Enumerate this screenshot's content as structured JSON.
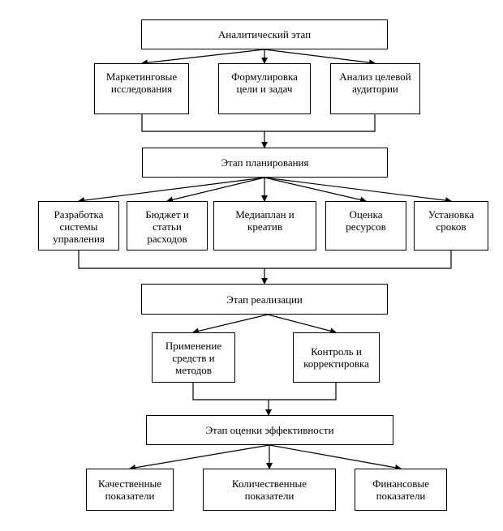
{
  "diagram": {
    "stages": {
      "analytic": "Аналитический этап",
      "planning": "Этап планирования",
      "realization": "Этап реализации",
      "evaluation": "Этап оценки эффективности"
    },
    "analytic_items": {
      "marketing": "Маркетинговые\nисследования",
      "goals": "Формулировка\nцели и задач",
      "audience": "Анализ целевой\nаудитории"
    },
    "planning_items": {
      "system": "Разработка\nсистемы\nуправления",
      "budget": "Бюджет и\nстатьи\nрасходов",
      "mediaplan": "Медиаплан и\nкреатив",
      "resources": "Оценка\nресурсов",
      "deadlines": "Установка\nсроков"
    },
    "realization_items": {
      "methods": "Применение\nсредств и\nметодов",
      "control": "Контроль и\nкорректировка"
    },
    "evaluation_items": {
      "quality": "Качественные\nпоказатели",
      "quantity": "Количественные\nпоказатели",
      "finance": "Финансовые\nпоказатели"
    }
  }
}
